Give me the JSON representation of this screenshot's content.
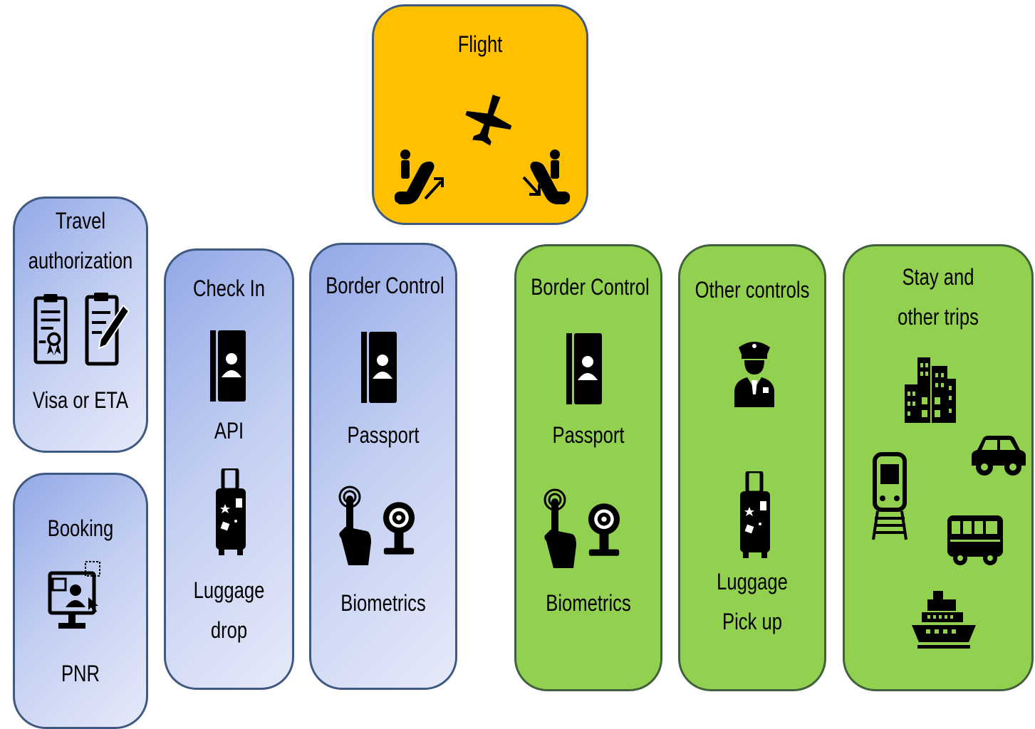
{
  "boxes": {
    "travel": {
      "title": [
        "Travel",
        "authorization"
      ],
      "label": "Visa or ETA"
    },
    "booking": {
      "title": "Booking",
      "label": "PNR"
    },
    "checkin": {
      "title": "Check In",
      "label1": "API",
      "label2": [
        "Luggage",
        "drop"
      ]
    },
    "border_out": {
      "title": "Border Control",
      "label1": "Passport",
      "label2": "Biometrics"
    },
    "flight": {
      "title": "Flight"
    },
    "border_in": {
      "title": "Border Control",
      "label1": "Passport",
      "label2": "Biometrics"
    },
    "other": {
      "title": "Other controls",
      "label": [
        "Luggage",
        "Pick up"
      ]
    },
    "stay": {
      "title": [
        "Stay and",
        "other trips"
      ]
    }
  },
  "icons": [
    "certificate-icon",
    "form-edit-icon",
    "online-booking-icon",
    "passport-icon",
    "luggage-icon",
    "fingerprint-touch-icon",
    "webcam-icon",
    "airplane-icon",
    "escalator-up-icon",
    "escalator-down-icon",
    "police-officer-icon",
    "city-buildings-icon",
    "train-icon",
    "car-icon",
    "bus-icon",
    "ship-icon"
  ],
  "colors": {
    "blue_box": "#a9b9ec",
    "green_box": "#92d050",
    "flight_box": "#ffc000",
    "border": "#3f5a82"
  }
}
